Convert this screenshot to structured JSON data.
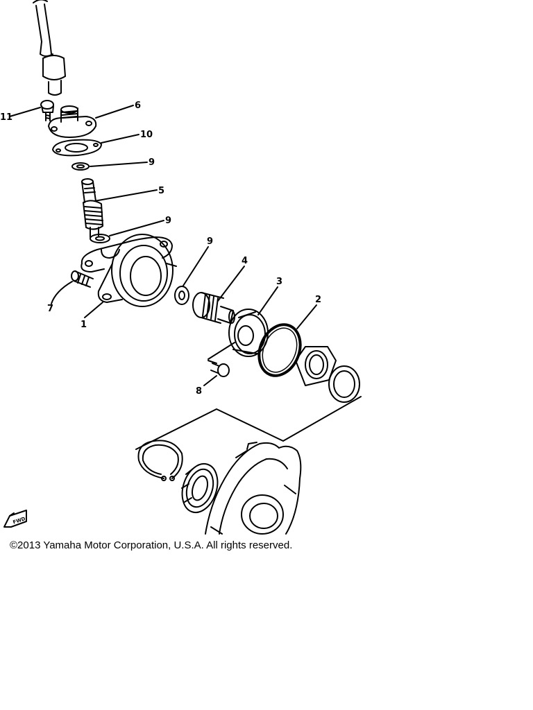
{
  "diagram": {
    "callouts": {
      "part_11": "11",
      "part_6": "6",
      "part_10": "10",
      "part_9_upper": "9",
      "part_5": "5",
      "part_9_mid": "9",
      "part_9_right": "9",
      "part_4": "4",
      "part_3": "3",
      "part_2": "2",
      "part_7": "7",
      "part_1": "1",
      "part_8": "8"
    },
    "fwd_mark": "FWD"
  },
  "footer": {
    "copyright": "©2013 Yamaha Motor Corporation, U.S.A. All rights reserved."
  }
}
